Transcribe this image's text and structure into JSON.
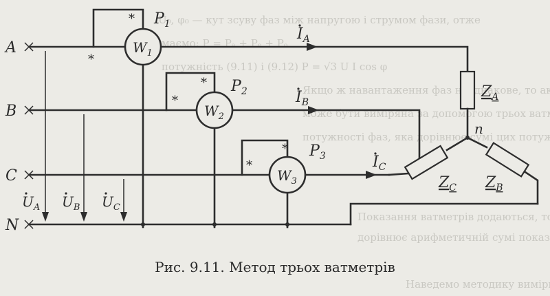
{
  "caption": "Рис. 9.11. Метод трьох ватметрів",
  "phases": [
    "A",
    "B",
    "C",
    "N"
  ],
  "wattmeters": [
    {
      "label": "P",
      "sub": "1",
      "symbol": "W",
      "symbol_sub": "1"
    },
    {
      "label": "P",
      "sub": "2",
      "symbol": "W",
      "symbol_sub": "2"
    },
    {
      "label": "P",
      "sub": "3",
      "symbol": "W",
      "symbol_sub": "3"
    }
  ],
  "currents": [
    {
      "letter": "I",
      "sub": "A"
    },
    {
      "letter": "I",
      "sub": "B"
    },
    {
      "letter": "I",
      "sub": "C"
    }
  ],
  "voltages": [
    {
      "letter": "U",
      "sub": "A"
    },
    {
      "letter": "U",
      "sub": "B"
    },
    {
      "letter": "U",
      "sub": "C"
    }
  ],
  "impedances": [
    {
      "letter": "Z",
      "sub": "A"
    },
    {
      "letter": "Z",
      "sub": "C"
    },
    {
      "letter": "Z",
      "sub": "B"
    }
  ],
  "neutral_point": "n",
  "asterisk": "*",
  "bleed_text": [
    "U₀, φ₀ — кут зсуву фаз між напругою і струмом фази, отже",
    "маємо: P = Pₐ + Pₑ + Pₒ",
    "потужність (9.11) і (9.12) P = √3 U I cos φ",
    "Якщо ж навантаження фаз неоднакове, то активна потужність системи",
    "може бути виміряна за допомогою трьох ватметрів",
    "потужності фаз, яка дорівнює сумі цих потужностей",
    "Показання ватметрів додаються, тобто загальна потужність",
    "дорівнює арифметичній сумі показань трьох ватметрів",
    "Наведемо методику вимірювання потужності, яка"
  ]
}
